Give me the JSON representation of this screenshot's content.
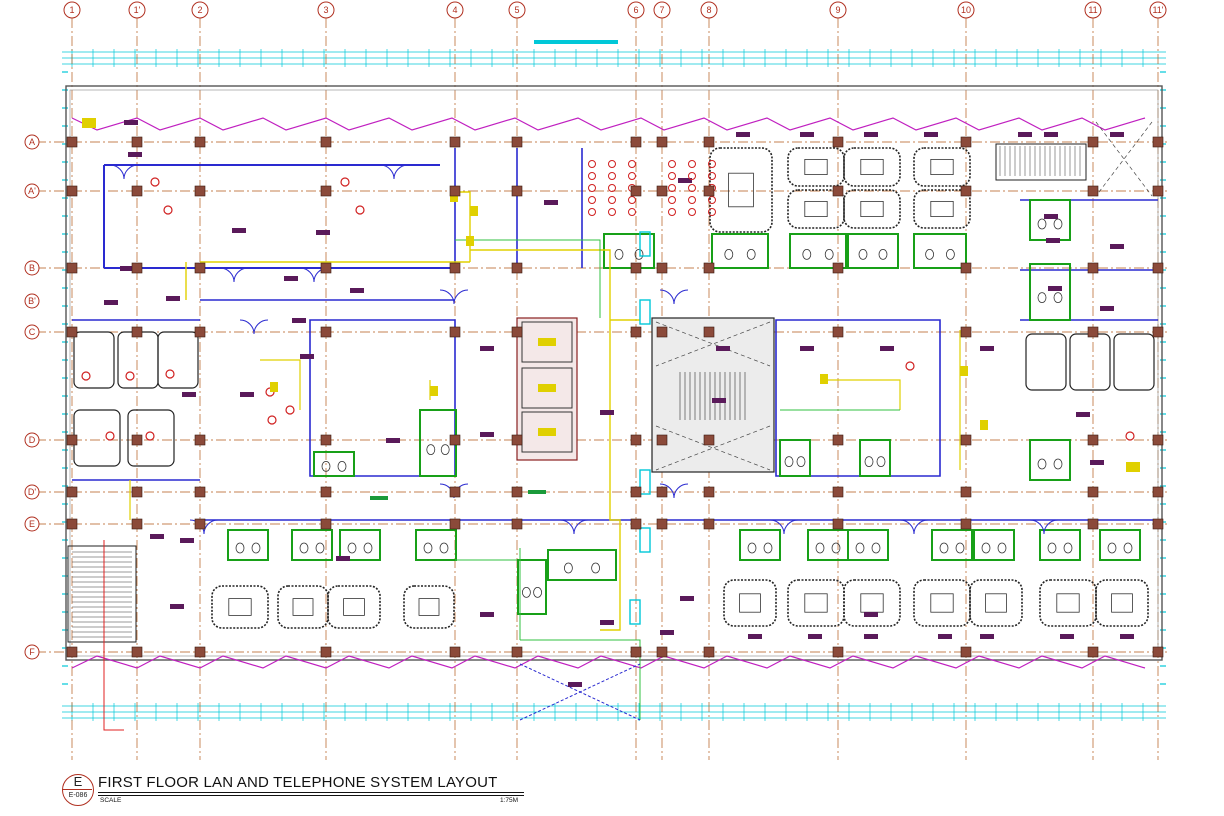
{
  "drawing": {
    "title": "FIRST FLOOR LAN AND TELEPHONE SYSTEM LAYOUT",
    "sheet_letter": "E",
    "sheet_number": "E-086",
    "scale_label": "SCALE",
    "scale_value": "1:75M"
  },
  "grid": {
    "columns": [
      "1",
      "1'",
      "2",
      "3",
      "4",
      "5",
      "6",
      "7",
      "8",
      "9",
      "10",
      "11",
      "11'"
    ],
    "rows": [
      "A",
      "A'",
      "B",
      "B'",
      "C",
      "D",
      "D'",
      "E",
      "F"
    ]
  },
  "colors": {
    "grid_line": "#b35a1a",
    "bubble": "#b03020",
    "wall": "#2a2ad0",
    "partition": "#18a018",
    "cabling": "#e0d000",
    "dimension": "#00c8d8",
    "equipment": "#5a1a5a",
    "fixture": "#d02020",
    "magenta": "#c020c0"
  }
}
